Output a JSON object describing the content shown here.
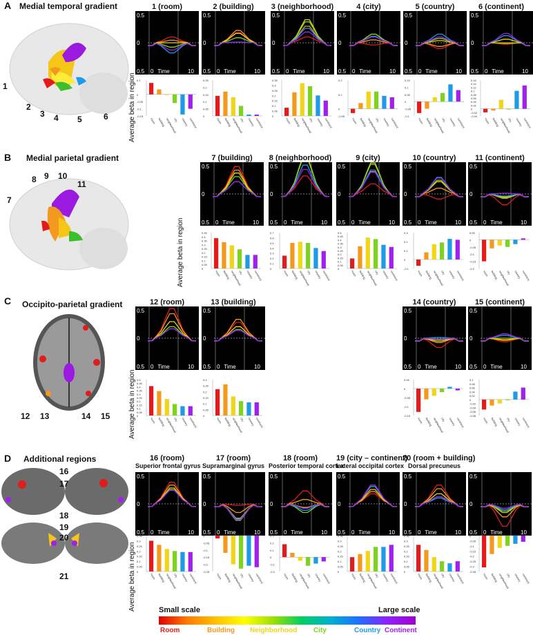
{
  "sections": [
    {
      "letter": "A",
      "title": "Medial temporal gradient"
    },
    {
      "letter": "B",
      "title": "Medial parietal gradient"
    },
    {
      "letter": "C",
      "title": "Occipito-parietal gradient"
    },
    {
      "letter": "D",
      "title": "Additional regions"
    }
  ],
  "callouts": {
    "A": [
      "1",
      "2",
      "3",
      "4",
      "5",
      "6"
    ],
    "B": [
      "7",
      "8",
      "9",
      "10",
      "11"
    ],
    "C": [
      "12",
      "13",
      "14",
      "15"
    ],
    "D": [
      "16",
      "17",
      "18",
      "19",
      "20",
      "21"
    ]
  },
  "ylabel": "Average beta in region",
  "ts_labels": {
    "top": "0.5",
    "mid": "0",
    "bottom": "0.5",
    "x0": "0",
    "xmid": "Time",
    "x10": "10"
  },
  "bar_categories": [
    "room",
    "building",
    "neighborhood",
    "city",
    "country",
    "continent"
  ],
  "panels": [
    {
      "title": "1 (room)",
      "subtitle": "",
      "ticks": [
        "0.1",
        "0",
        "-0.05",
        "-0.1",
        "-0.15"
      ]
    },
    {
      "title": "2 (building)",
      "subtitle": "",
      "ticks": [
        "0.25",
        "0.2",
        "0.15",
        "0.1",
        "0.05",
        "0"
      ]
    },
    {
      "title": "3 (neighborhood)",
      "subtitle": "",
      "ticks": [
        "0.35",
        "0.3",
        "0.25",
        "0.2",
        "0.15",
        "0.1",
        "0.05",
        "0"
      ]
    },
    {
      "title": "4 (city)",
      "subtitle": "",
      "ticks": [
        "0.2",
        "0.1",
        "0",
        "-0.05"
      ]
    },
    {
      "title": "5 (country)",
      "subtitle": "",
      "ticks": [
        "0.15",
        "0.1",
        "0.05",
        "0",
        "-0.05",
        "-0.1"
      ]
    },
    {
      "title": "6 (continent)",
      "subtitle": "",
      "ticks": [
        "0.16",
        "0.14",
        "0.12",
        "0.1",
        "0.08",
        "0.06",
        "0.04",
        "0.02",
        "0",
        "-0.02",
        "-0.04"
      ]
    },
    {
      "title": "7 (building)",
      "subtitle": "",
      "ticks": [
        "0.45",
        "0.4",
        "0.35",
        "0.3",
        "0.25",
        "0.2",
        "0.15",
        "0.1",
        "0.05",
        "0"
      ]
    },
    {
      "title": "8 (neighborhood)",
      "subtitle": "",
      "ticks": [
        "0.7",
        "0.6",
        "0.5",
        "0.4",
        "0.3",
        "0.2",
        "0.1",
        "0"
      ]
    },
    {
      "title": "9 (city)",
      "subtitle": "",
      "ticks": [
        "0.5",
        "0.45",
        "0.4",
        "0.35",
        "0.3",
        "0.25",
        "0.2",
        "0.15",
        "0.1",
        "0.05",
        "0"
      ]
    },
    {
      "title": "10 (country)",
      "subtitle": "",
      "ticks": [
        "0.3",
        "0.2",
        "0.1",
        "0",
        "-0.1"
      ]
    },
    {
      "title": "11 (continent)",
      "subtitle": "",
      "ticks": [
        "0.05",
        "0",
        "-0.05",
        "-0.1",
        "-0.15",
        "-0.2"
      ]
    },
    {
      "title": "12 (room)",
      "subtitle": "",
      "ticks": [
        "0.5",
        "0.45",
        "0.4",
        "0.35",
        "0.3",
        "0.25",
        "0.2",
        "0.15",
        "0.1",
        "0.05",
        "0"
      ]
    },
    {
      "title": "13 (building)",
      "subtitle": "",
      "ticks": [
        "0.3",
        "0.25",
        "0.2",
        "0.15",
        "0.1",
        "0.05",
        "0"
      ]
    },
    {
      "title": "14 (country)",
      "subtitle": "",
      "ticks": [
        "0.05",
        "0",
        "-0.05",
        "-0.1",
        "-0.15"
      ]
    },
    {
      "title": "15 (continent)",
      "subtitle": "",
      "ticks": [
        "0.1",
        "0.08",
        "0.06",
        "0.04",
        "0.02",
        "0",
        "-0.02",
        "-0.04",
        "-0.06",
        "-0.08"
      ]
    },
    {
      "title": "16 (room)",
      "subtitle": "Superior frontal gyrus",
      "ticks": [
        "0.35",
        "0.3",
        "0.25",
        "0.2",
        "0.15",
        "0.1",
        "0.05",
        "0"
      ]
    },
    {
      "title": "17 (room)",
      "subtitle": "Supramarginal gyrus",
      "ticks": [
        "0",
        "-0.05",
        "-0.1",
        "-0.15",
        "-0.2",
        "-0.25"
      ]
    },
    {
      "title": "18 (room)",
      "subtitle": "Posterior temporal cortex",
      "ticks": [
        "0.3",
        "0.2",
        "0.1",
        "0",
        "-0.1",
        "-0.2"
      ]
    },
    {
      "title": "19 (city – continent)",
      "subtitle": "Lateral occipital cortex",
      "ticks": [
        "0.35",
        "0.3",
        "0.25",
        "0.2",
        "0.15",
        "0.1",
        "0.05",
        "0"
      ]
    },
    {
      "title": "20 (room + building)",
      "subtitle": "Dorsal precuneus",
      "ticks": [
        "0.35",
        "0.3",
        "0.25",
        "0.2",
        "0.15",
        "0.1",
        "0.05",
        "0"
      ]
    },
    {
      "title": "",
      "subtitle": "",
      "ticks": [
        "0",
        "-0.05",
        "-0.1",
        "-0.15",
        "-0.2",
        "-0.25",
        "-0.3",
        "-0.35"
      ]
    }
  ],
  "chart_data": {
    "type": "bar",
    "categories": [
      "room",
      "building",
      "neighborhood",
      "city",
      "country",
      "continent"
    ],
    "colors": [
      "#e21b1b",
      "#f39a1e",
      "#f0d518",
      "#7ed321",
      "#1e9be8",
      "#a020f0"
    ],
    "series": [
      {
        "values": [
          0.08,
          0.035,
          0.0,
          -0.06,
          -0.14,
          -0.1
        ]
      },
      {
        "values": [
          0.14,
          0.17,
          0.13,
          0.07,
          0.01,
          0.01
        ]
      },
      {
        "values": [
          0.08,
          0.23,
          0.32,
          0.29,
          0.2,
          0.15
        ]
      },
      {
        "values": [
          -0.03,
          0.04,
          0.12,
          0.12,
          0.09,
          0.08
        ]
      },
      {
        "values": [
          -0.08,
          -0.05,
          0.03,
          0.06,
          0.12,
          0.08
        ]
      },
      {
        "values": [
          -0.02,
          -0.01,
          0.05,
          0.0,
          0.1,
          0.13
        ]
      },
      {
        "values": [
          0.38,
          0.33,
          0.29,
          0.24,
          0.17,
          0.17
        ]
      },
      {
        "values": [
          0.25,
          0.5,
          0.52,
          0.5,
          0.4,
          0.34
        ]
      },
      {
        "values": [
          0.14,
          0.31,
          0.43,
          0.41,
          0.33,
          0.3
        ]
      },
      {
        "values": [
          -0.07,
          0.08,
          0.17,
          0.19,
          0.23,
          0.22
        ]
      },
      {
        "values": [
          -0.15,
          -0.06,
          -0.04,
          -0.05,
          -0.03,
          0.01
        ]
      },
      {
        "values": [
          0.41,
          0.34,
          0.23,
          0.16,
          0.13,
          0.13
        ]
      },
      {
        "values": [
          0.22,
          0.26,
          0.16,
          0.12,
          0.11,
          0.11
        ]
      },
      {
        "values": [
          -0.13,
          -0.06,
          -0.04,
          -0.02,
          0.01,
          -0.01
        ]
      },
      {
        "values": [
          -0.05,
          -0.03,
          -0.02,
          0.0,
          0.04,
          0.06
        ]
      },
      {
        "values": [
          0.3,
          0.26,
          0.22,
          0.2,
          0.19,
          0.19
        ]
      },
      {
        "values": [
          -0.02,
          -0.12,
          -0.2,
          -0.23,
          -0.21,
          -0.22
        ]
      },
      {
        "values": [
          0.18,
          0.06,
          -0.05,
          -0.12,
          -0.09,
          -0.06
        ]
      },
      {
        "values": [
          0.14,
          0.17,
          0.2,
          0.24,
          0.24,
          0.26
        ]
      },
      {
        "values": [
          0.26,
          0.21,
          0.14,
          0.1,
          0.08,
          0.1
        ]
      },
      {
        "values": [
          -0.31,
          -0.18,
          -0.12,
          -0.1,
          -0.08,
          -0.06
        ]
      }
    ]
  },
  "scale": {
    "small": "Small scale",
    "large": "Large scale"
  },
  "legend": [
    {
      "label": "Room",
      "color": "#e21b1b"
    },
    {
      "label": "Building",
      "color": "#f39a1e"
    },
    {
      "label": "Neighborhood",
      "color": "#f0d518"
    },
    {
      "label": "City",
      "color": "#7ed321"
    },
    {
      "label": "Country",
      "color": "#1e9be8"
    },
    {
      "label": "Continent",
      "color": "#a020f0"
    }
  ]
}
